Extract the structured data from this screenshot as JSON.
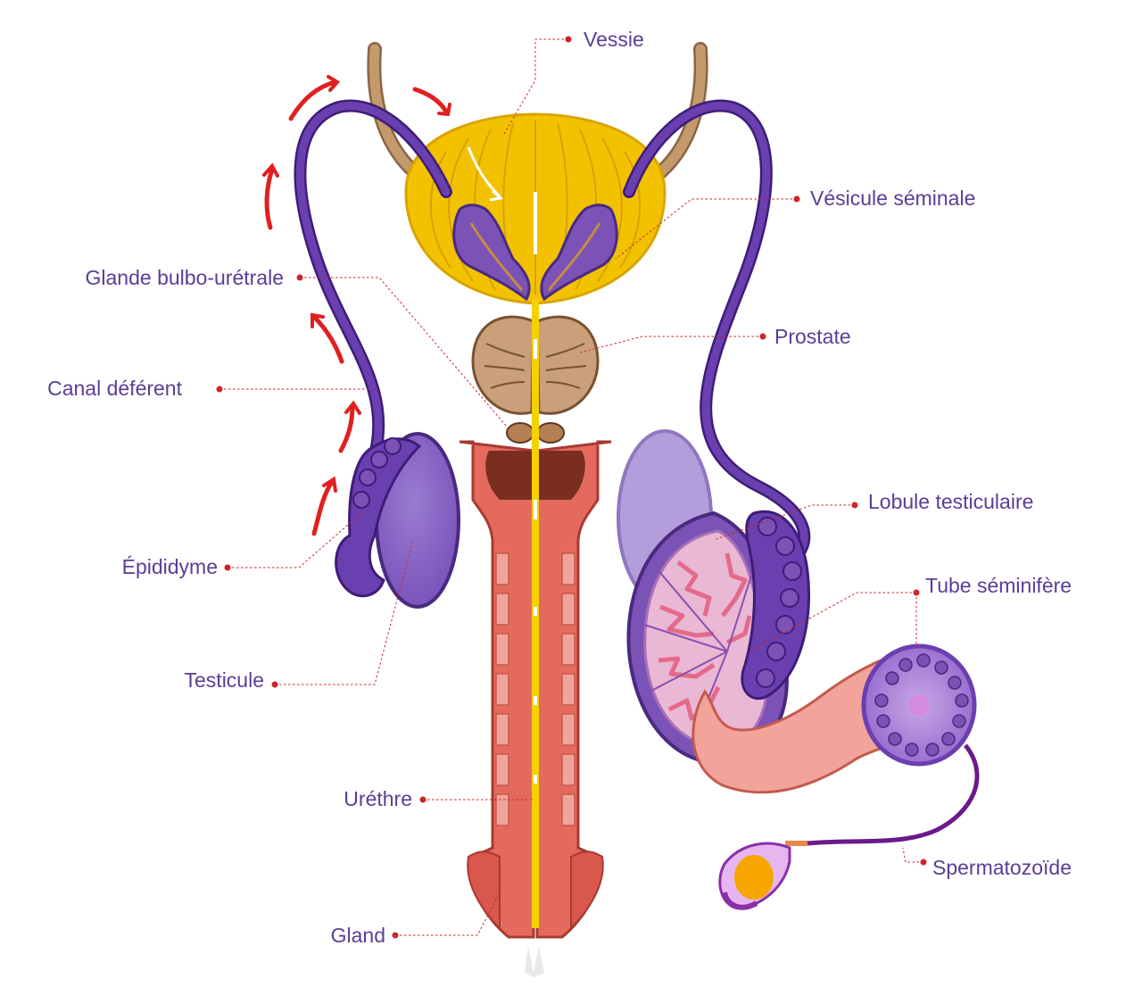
{
  "colors": {
    "label_text": "#5a3e96",
    "leader_line": "#d1232a",
    "bladder": "#f2c200",
    "vas_deferens": "#6a3fb0",
    "prostate": "#c9a07a",
    "penis_tissue": "#e46a5e",
    "urethra": "#f5d100",
    "ureter": "#c49a6c",
    "flow_arrow": "#e02020"
  },
  "labels": {
    "vessie": "Vessie",
    "vesicule_seminale": "Vésicule séminale",
    "glande_bulbo_uretrale": "Glande bulbo-urétrale",
    "prostate": "Prostate",
    "canal_deferent": "Canal déférent",
    "lobule_testiculaire": "Lobule testiculaire",
    "tube_seminifere": "Tube séminifère",
    "epididyme": "Épididyme",
    "testicule": "Testicule",
    "urethre": "Uréthre",
    "spermatozoide": "Spermatozoïde",
    "gland": "Gland"
  }
}
